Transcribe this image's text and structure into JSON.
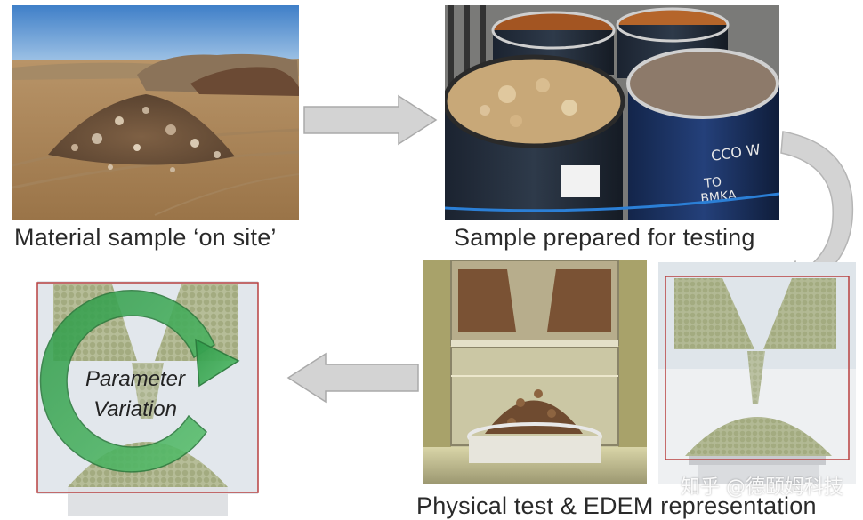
{
  "captions": {
    "material_sample": "Material sample ‘on site’",
    "sample_prepared": "Sample prepared for testing",
    "physical_test": "Physical test & EDEM representation"
  },
  "cycle": {
    "line1": "Parameter",
    "line2": "Variation"
  },
  "watermark": "知乎 @德颐姆科技",
  "colors": {
    "arrow_gray": "#d0d0d0",
    "cycle_green": "#3fae5a",
    "frame_red": "#b84040",
    "particle_green": "#a9b488"
  }
}
